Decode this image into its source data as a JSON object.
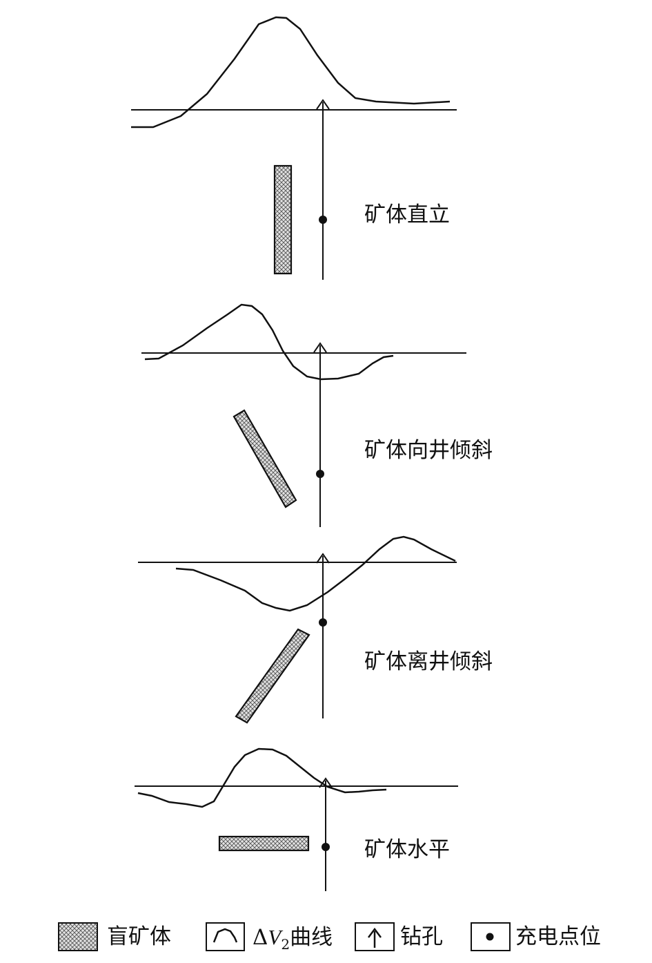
{
  "panels": [
    {
      "id": "vertical",
      "label": "矿体直立"
    },
    {
      "id": "toward",
      "label": "矿体向井倾斜"
    },
    {
      "id": "away",
      "label": "矿体离井倾斜"
    },
    {
      "id": "horizontal",
      "label": "矿体水平"
    }
  ],
  "legend": {
    "orebody": {
      "label": "盲矿体",
      "icon": "hatched-rect-icon"
    },
    "curve": {
      "label_prefix": "Δ",
      "label_var": "V",
      "label_sub": "2",
      "label_suffix": "曲线",
      "icon": "curve-icon"
    },
    "borehole": {
      "label": "钻孔",
      "icon": "borehole-arrow-icon"
    },
    "charge": {
      "label": "充电点位",
      "icon": "dot-icon"
    }
  },
  "colors": {
    "stroke": "#111111",
    "hatch_bg": "#e0e0e0"
  }
}
